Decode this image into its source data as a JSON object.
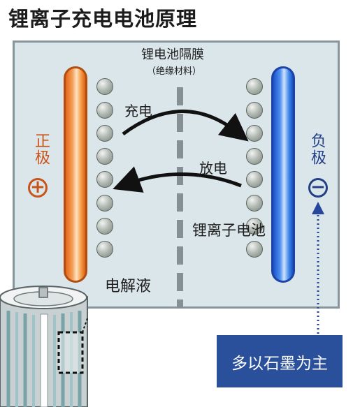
{
  "title": "锂离子充电电池原理",
  "separator": {
    "name": "锂电池隔膜",
    "note": "（绝缘材料）"
  },
  "charge_label": "充电",
  "discharge_label": "放电",
  "electrolyte_label": "电解液",
  "ion_label": "锂离子电池",
  "positive": {
    "label": "正极",
    "symbol": "+",
    "color": "#e4661a"
  },
  "negative": {
    "label": "负极",
    "symbol": "−",
    "color": "#1a52c8"
  },
  "anode_callout": "多以石墨为主"
}
